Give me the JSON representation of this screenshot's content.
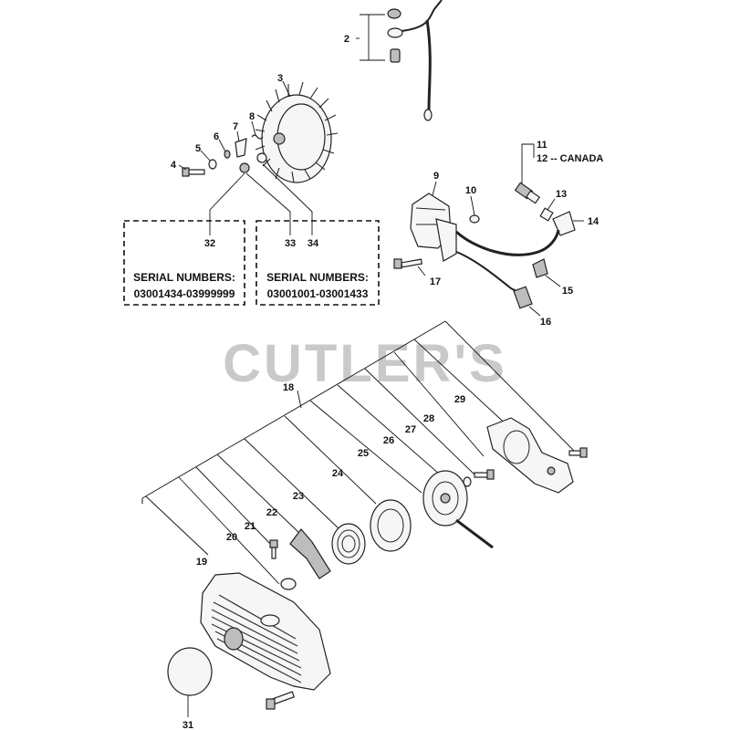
{
  "watermark": "CUTLER'S",
  "labels": {
    "p2": "2",
    "p3": "3",
    "p4": "4",
    "p5": "5",
    "p6": "6",
    "p7": "7",
    "p8": "8",
    "p9": "9",
    "p10": "10",
    "p11": "11",
    "p12": "12 -- CANADA",
    "p13": "13",
    "p14": "14",
    "p15": "15",
    "p16": "16",
    "p17": "17",
    "p18": "18",
    "p19": "19",
    "p20": "20",
    "p21": "21",
    "p22": "22",
    "p23": "23",
    "p24": "24",
    "p25": "25",
    "p26": "26",
    "p27": "27",
    "p28": "28",
    "p29": "29",
    "p31": "31",
    "p32": "32",
    "p33": "33",
    "p34": "34"
  },
  "serial_boxes": {
    "left": {
      "title": "SERIAL NUMBERS:",
      "range": "03001434-03999999"
    },
    "right": {
      "title": "SERIAL NUMBERS:",
      "range": "03001001-03001433"
    }
  }
}
